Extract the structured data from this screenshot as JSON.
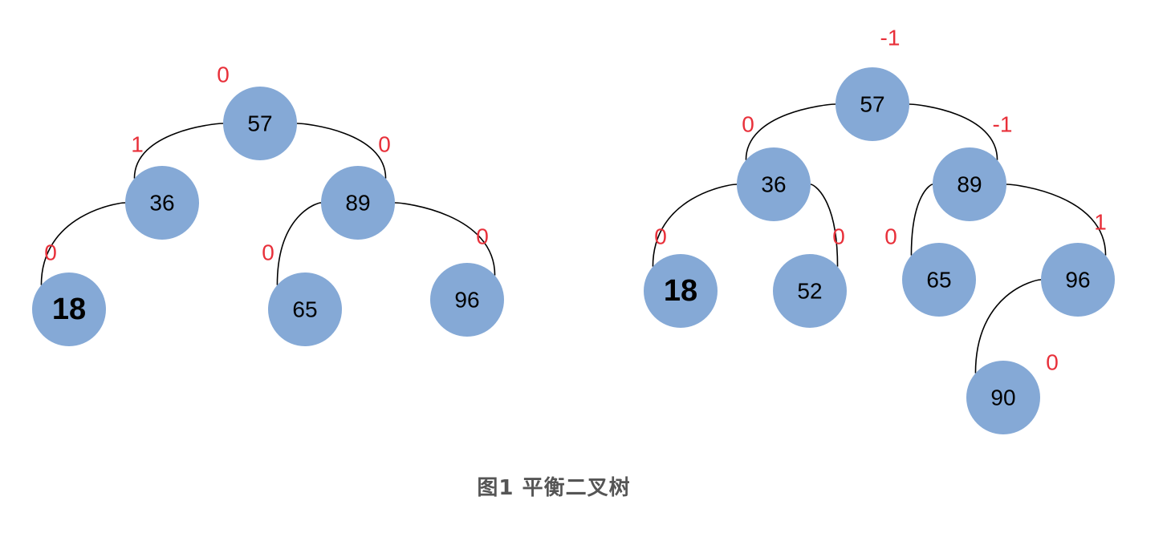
{
  "caption": "图1 平衡二叉树",
  "colors": {
    "node_fill": "#85a9d6",
    "balance_factor": "#e8303a",
    "edge": "#000000",
    "caption": "#555555"
  },
  "trees": [
    {
      "id": "left-tree",
      "nodes": [
        {
          "id": "l57",
          "value": "57",
          "balance": "0"
        },
        {
          "id": "l36",
          "value": "36",
          "balance": "1"
        },
        {
          "id": "l89",
          "value": "89",
          "balance": "0"
        },
        {
          "id": "l18",
          "value": "18",
          "balance": "0"
        },
        {
          "id": "l65",
          "value": "65",
          "balance": "0"
        },
        {
          "id": "l96",
          "value": "96",
          "balance": "0"
        }
      ],
      "edges": [
        [
          "l57",
          "l36"
        ],
        [
          "l57",
          "l89"
        ],
        [
          "l36",
          "l18"
        ],
        [
          "l89",
          "l65"
        ],
        [
          "l89",
          "l96"
        ]
      ]
    },
    {
      "id": "right-tree",
      "nodes": [
        {
          "id": "r57",
          "value": "57",
          "balance": "-1"
        },
        {
          "id": "r36",
          "value": "36",
          "balance": "0"
        },
        {
          "id": "r89",
          "value": "89",
          "balance": "-1"
        },
        {
          "id": "r18",
          "value": "18",
          "balance": "0"
        },
        {
          "id": "r52",
          "value": "52",
          "balance": "0"
        },
        {
          "id": "r65",
          "value": "65",
          "balance": "0"
        },
        {
          "id": "r96",
          "value": "96",
          "balance": "1"
        },
        {
          "id": "r90",
          "value": "90",
          "balance": "0"
        }
      ],
      "edges": [
        [
          "r57",
          "r36"
        ],
        [
          "r57",
          "r89"
        ],
        [
          "r36",
          "r18"
        ],
        [
          "r36",
          "r52"
        ],
        [
          "r89",
          "r65"
        ],
        [
          "r89",
          "r96"
        ],
        [
          "r96",
          "r90"
        ]
      ]
    }
  ]
}
